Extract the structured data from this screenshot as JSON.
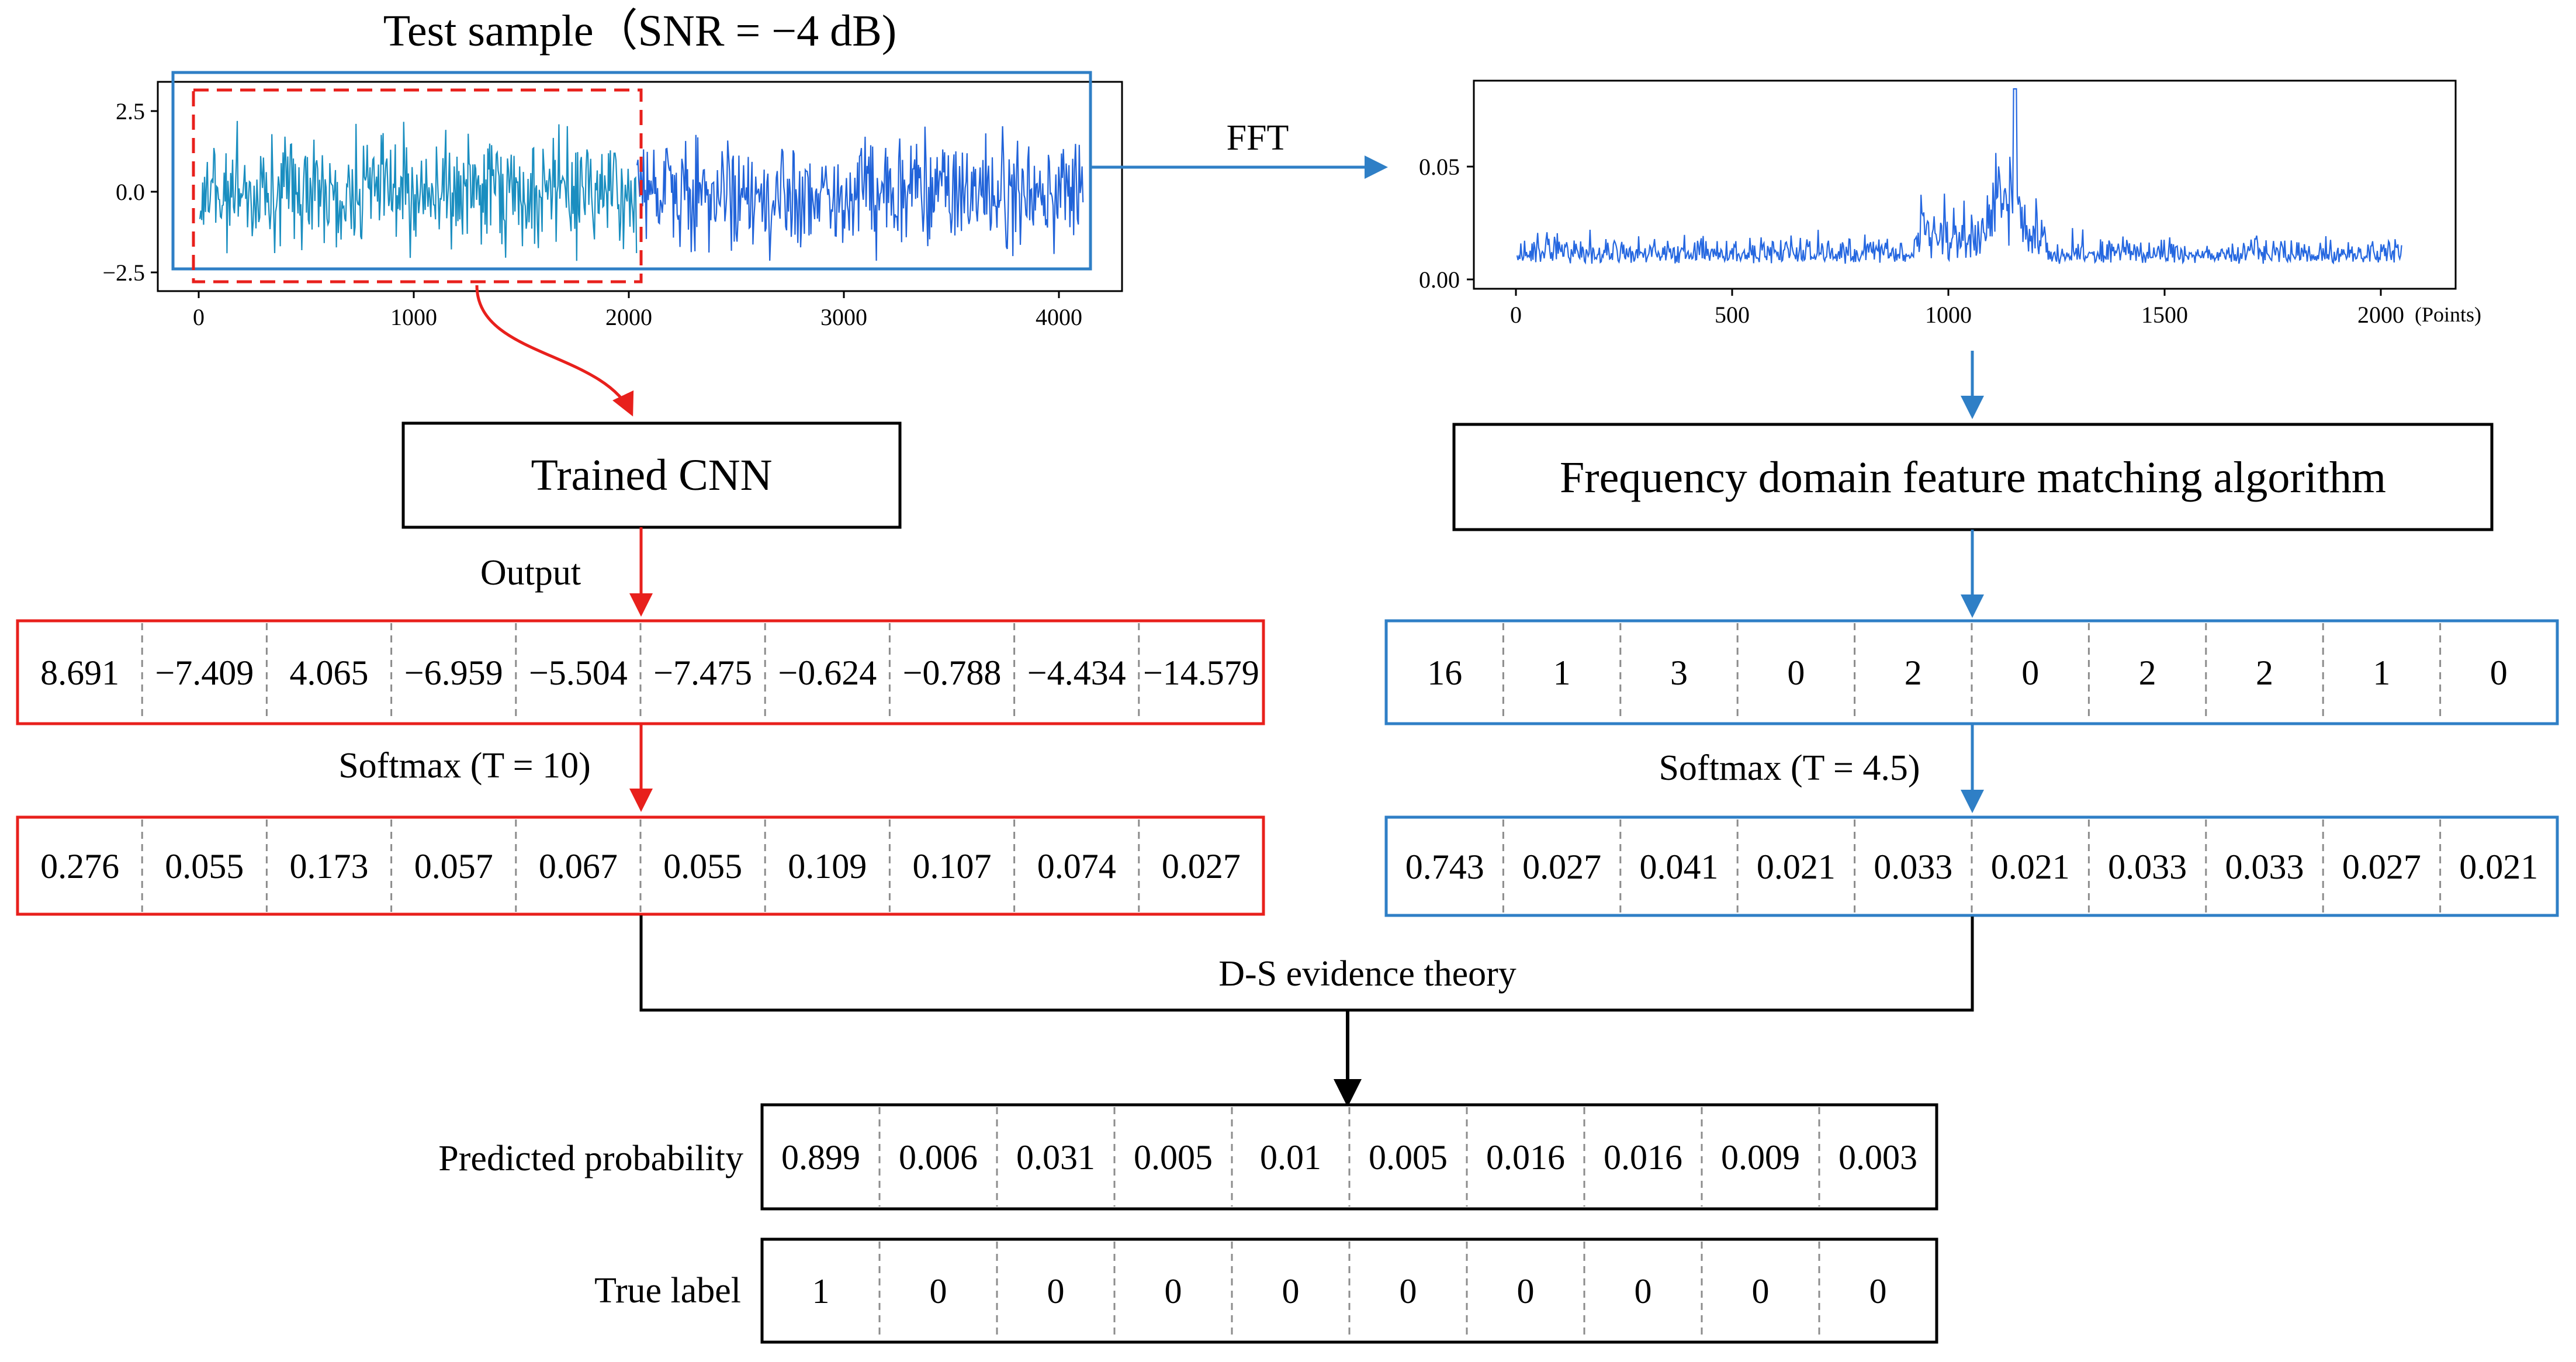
{
  "colors": {
    "red": "#e8201c",
    "blue": "#2f7fc6",
    "signal_left": "#1a8ec0",
    "signal_right": "#2163d9",
    "spectrum": "#2567e0",
    "black": "#000000"
  },
  "top_left": {
    "title": "Test sample（SNR = −4 dB)",
    "y_ticks": [
      "2.5",
      "0.0",
      "−2.5"
    ],
    "x_ticks": [
      "0",
      "1000",
      "2000",
      "3000",
      "4000"
    ]
  },
  "fft_label": "FFT",
  "top_right": {
    "y_ticks": [
      "0.05",
      "0.00"
    ],
    "x_ticks": [
      "0",
      "500",
      "1000",
      "1500",
      "2000"
    ],
    "x_unit": "(Points)"
  },
  "left_branch": {
    "box_title": "Trained CNN",
    "output_label": "Output",
    "output_values": [
      "8.691",
      "−7.409",
      "4.065",
      "−6.959",
      "−5.504",
      "−7.475",
      "−0.624",
      "−0.788",
      "−4.434",
      "−14.579"
    ],
    "softmax_label": "Softmax (T = 10)",
    "softmax_values": [
      "0.276",
      "0.055",
      "0.173",
      "0.057",
      "0.067",
      "0.055",
      "0.109",
      "0.107",
      "0.074",
      "0.027"
    ]
  },
  "right_branch": {
    "box_title": "Frequency domain feature matching algorithm",
    "output_values": [
      "16",
      "1",
      "3",
      "0",
      "2",
      "0",
      "2",
      "2",
      "1",
      "0"
    ],
    "softmax_label": "Softmax (T = 4.5)",
    "softmax_values": [
      "0.743",
      "0.027",
      "0.041",
      "0.021",
      "0.033",
      "0.021",
      "0.033",
      "0.033",
      "0.027",
      "0.021"
    ]
  },
  "fusion_label": "D-S evidence theory",
  "predicted": {
    "label": "Predicted probability",
    "values": [
      "0.899",
      "0.006",
      "0.031",
      "0.005",
      "0.01",
      "0.005",
      "0.016",
      "0.016",
      "0.009",
      "0.003"
    ]
  },
  "truth": {
    "label": "True label",
    "values": [
      "1",
      "0",
      "0",
      "0",
      "0",
      "0",
      "0",
      "0",
      "0",
      "0"
    ]
  }
}
